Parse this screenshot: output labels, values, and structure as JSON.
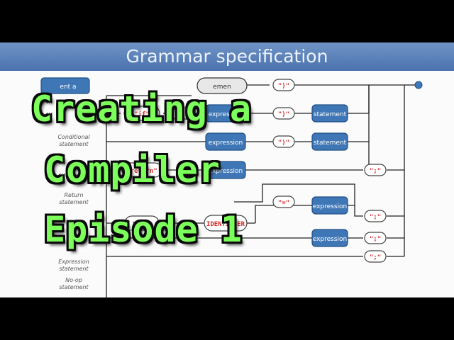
{
  "slide": {
    "title": "Grammar specification"
  },
  "overlay": {
    "line1": "Creating a",
    "line2": "Compiler",
    "line3": "Episode 1"
  },
  "diagram": {
    "row_labels": {
      "conditional": [
        "Conditional",
        "statement"
      ],
      "return": [
        "Return",
        "statement"
      ],
      "expression": [
        "Expression",
        "statement"
      ],
      "noop": [
        "No-op",
        "statement"
      ]
    },
    "start_fragment": "ent a",
    "stmt_fragment": "emen",
    "terminals": {
      "close_paren": "\")\"",
      "if": "\"if\"",
      "open_paren": "\"(\"",
      "return": "\"return\"",
      "equals": "\"=\"",
      "semicolon": "\";\"",
      "var": "\"var\"",
      "identifier": "IDENTIFIER"
    },
    "nonterminals": {
      "expression": "expression",
      "statement": "statement"
    }
  },
  "colors": {
    "header": "#5a82bb",
    "terminal_text": "#d42a2a",
    "nonterminal_fill": "#3f77b6",
    "overlay_text": "#7cff5a"
  }
}
